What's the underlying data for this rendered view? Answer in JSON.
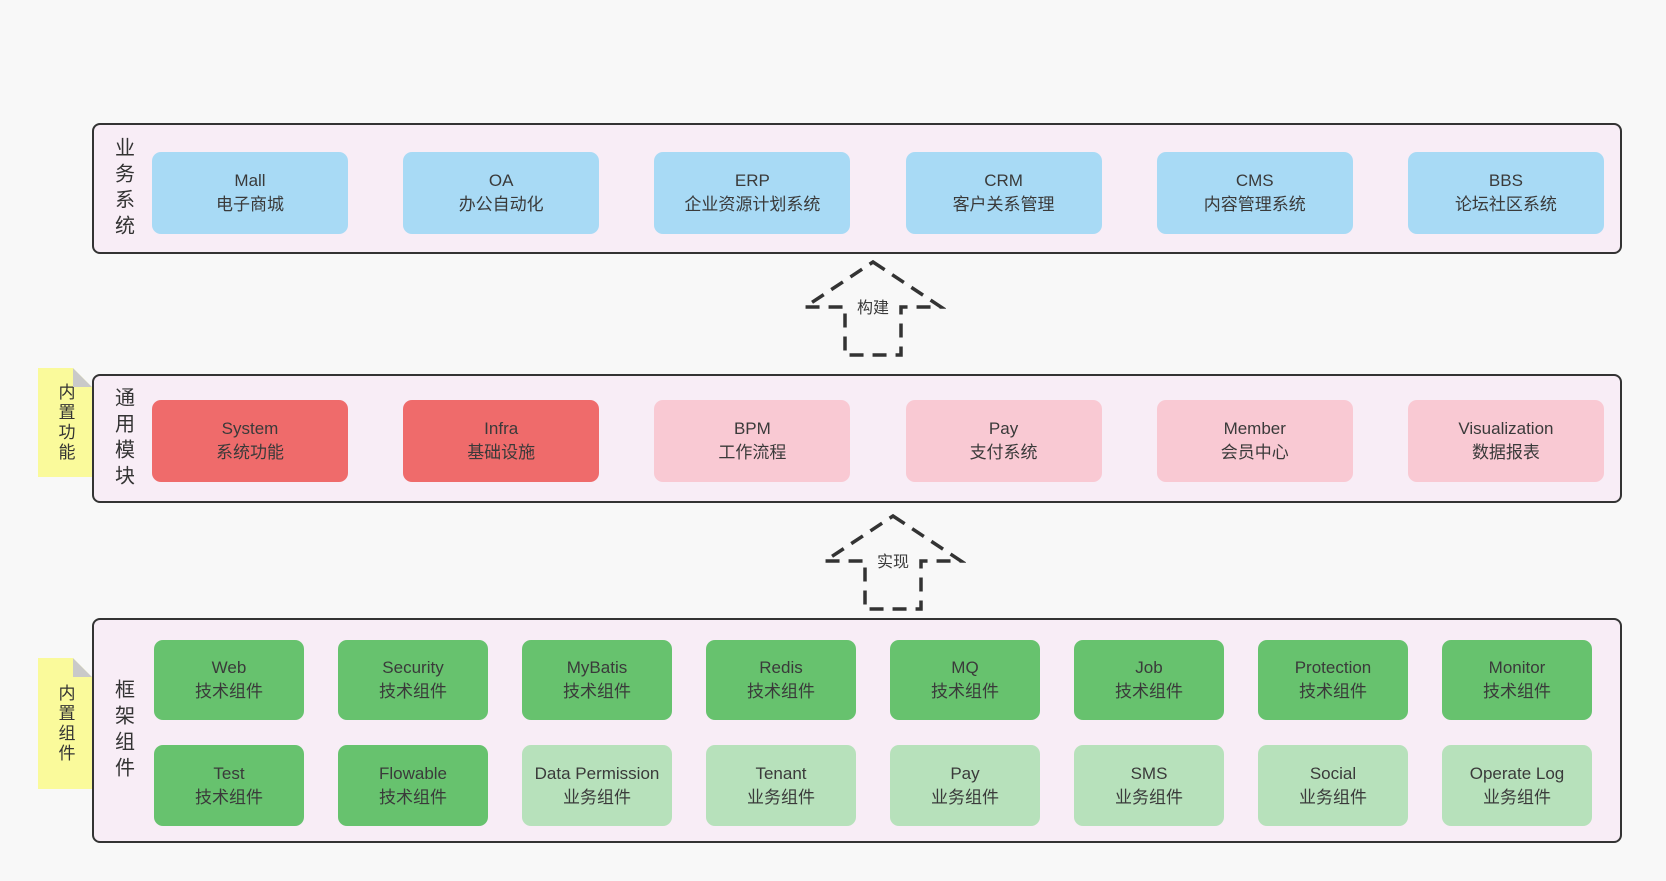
{
  "colors": {
    "page_bg": "#f8f8f8",
    "band_bg": "#f8edf6",
    "band_border": "#333333",
    "box_blue": "#a8daf5",
    "box_red": "#ef6b6b",
    "box_pink": "#f9c9d3",
    "box_green": "#67c26e",
    "box_lightgreen": "#b7e1bb",
    "sticky_bg": "#fafa9b",
    "sticky_fold": "#c9c9c9",
    "text": "#3a3a3a"
  },
  "arrows": [
    {
      "label": "构建"
    },
    {
      "label": "实现"
    }
  ],
  "stickies": [
    {
      "label": "内置功能"
    },
    {
      "label": "内置组件"
    }
  ],
  "bands": [
    {
      "label": "业务系统",
      "rows": [
        [
          {
            "en": "Mall",
            "zh": "电子商城",
            "variant": "blue"
          },
          {
            "en": "OA",
            "zh": "办公自动化",
            "variant": "blue"
          },
          {
            "en": "ERP",
            "zh": "企业资源计划系统",
            "variant": "blue"
          },
          {
            "en": "CRM",
            "zh": "客户关系管理",
            "variant": "blue"
          },
          {
            "en": "CMS",
            "zh": "内容管理系统",
            "variant": "blue"
          },
          {
            "en": "BBS",
            "zh": "论坛社区系统",
            "variant": "blue"
          }
        ]
      ]
    },
    {
      "label": "通用模块",
      "rows": [
        [
          {
            "en": "System",
            "zh": "系统功能",
            "variant": "red"
          },
          {
            "en": "Infra",
            "zh": "基础设施",
            "variant": "red"
          },
          {
            "en": "BPM",
            "zh": "工作流程",
            "variant": "pink"
          },
          {
            "en": "Pay",
            "zh": "支付系统",
            "variant": "pink"
          },
          {
            "en": "Member",
            "zh": "会员中心",
            "variant": "pink"
          },
          {
            "en": "Visualization",
            "zh": "数据报表",
            "variant": "pink"
          }
        ]
      ]
    },
    {
      "label": "框架组件",
      "rows": [
        [
          {
            "en": "Web",
            "zh": "技术组件",
            "variant": "green"
          },
          {
            "en": "Security",
            "zh": "技术组件",
            "variant": "green"
          },
          {
            "en": "MyBatis",
            "zh": "技术组件",
            "variant": "green"
          },
          {
            "en": "Redis",
            "zh": "技术组件",
            "variant": "green"
          },
          {
            "en": "MQ",
            "zh": "技术组件",
            "variant": "green"
          },
          {
            "en": "Job",
            "zh": "技术组件",
            "variant": "green"
          },
          {
            "en": "Protection",
            "zh": "技术组件",
            "variant": "green"
          },
          {
            "en": "Monitor",
            "zh": "技术组件",
            "variant": "green"
          }
        ],
        [
          {
            "en": "Test",
            "zh": "技术组件",
            "variant": "green"
          },
          {
            "en": "Flowable",
            "zh": "技术组件",
            "variant": "green"
          },
          {
            "en": "Data Permission",
            "zh": "业务组件",
            "variant": "lightgreen"
          },
          {
            "en": "Tenant",
            "zh": "业务组件",
            "variant": "lightgreen"
          },
          {
            "en": "Pay",
            "zh": "业务组件",
            "variant": "lightgreen"
          },
          {
            "en": "SMS",
            "zh": "业务组件",
            "variant": "lightgreen"
          },
          {
            "en": "Social",
            "zh": "业务组件",
            "variant": "lightgreen"
          },
          {
            "en": "Operate Log",
            "zh": "业务组件",
            "variant": "lightgreen"
          }
        ]
      ]
    }
  ]
}
